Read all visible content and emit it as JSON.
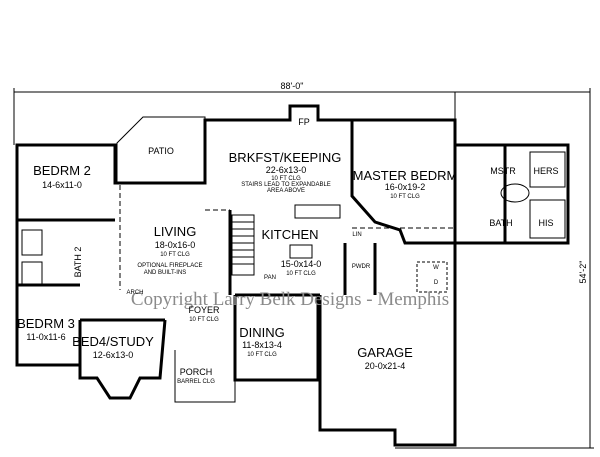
{
  "dimensions": {
    "width": "88'-0\"",
    "depth": "54'-2\""
  },
  "watermark": "Copyright Larry Belk Designs - Memphis",
  "rooms": {
    "patio": {
      "name": "PATIO"
    },
    "bedrm2": {
      "name": "BEDRM 2",
      "size": "14-6x11-0"
    },
    "living": {
      "name": "LIVING",
      "size": "18-0x16-0",
      "ceiling": "10 FT CLG",
      "note1": "OPTIONAL FIREPLACE",
      "note2": "AND BUILT-INS"
    },
    "bath2": {
      "name": "BATH 2"
    },
    "brkfst": {
      "name": "BRKFST/KEEPING",
      "size": "22-6x13-0",
      "ceiling": "10 FT CLG",
      "note1": "STAIRS LEAD TO EXPANDABLE",
      "note2": "AREA ABOVE"
    },
    "fp": {
      "name": "FP"
    },
    "master": {
      "name": "MASTER BEDRM",
      "size": "16-0x19-2",
      "ceiling": "10 FT CLG"
    },
    "mstr_bath": {
      "mstr": "MSTR",
      "bath": "BATH",
      "hers": "HERS",
      "his": "HIS"
    },
    "kitchen": {
      "name": "KITCHEN",
      "size": "15-0x14-0",
      "ceiling": "10 FT CLG"
    },
    "pan": {
      "name": "PAN"
    },
    "lin": {
      "name": "LIN"
    },
    "pwdr": {
      "name": "PWDR"
    },
    "laundry": {
      "w": "W",
      "d": "D"
    },
    "foyer": {
      "name": "FOYER",
      "ceiling": "10 FT CLG"
    },
    "dining": {
      "name": "DINING",
      "size": "11-8x13-4",
      "ceiling": "10 FT CLG"
    },
    "garage": {
      "name": "GARAGE",
      "size": "20-0x21-4"
    },
    "bedrm3": {
      "name": "BEDRM 3",
      "size": "11-0x11-6"
    },
    "bed4": {
      "name": "BED4/STUDY",
      "size": "12-6x13-0"
    },
    "porch": {
      "name": "PORCH",
      "ceiling": "BARREL CLG"
    },
    "arch": "ARCH"
  }
}
